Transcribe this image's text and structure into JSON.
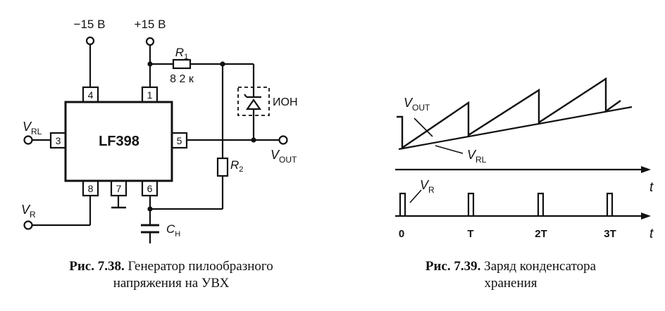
{
  "figure1": {
    "supply_neg": "−15 В",
    "supply_pos": "+15 В",
    "r1_name": "R",
    "r1_sub": "1",
    "r1_value": "8 2 к",
    "ion_label": "ИОН",
    "chip_label": "LF398",
    "pins": [
      "4",
      "1",
      "3",
      "5",
      "8",
      "7",
      "6"
    ],
    "vrl_main": "V",
    "vrl_sub": "RL",
    "vr_main": "V",
    "vr_sub": "R",
    "vout_main": "V",
    "vout_sub": "OUT",
    "r2_name": "R",
    "r2_sub": "2",
    "ch_name": "C",
    "ch_sub": "H",
    "caption_num": "Рис. 7.38.",
    "caption_text_1": "Генератор пилообразного",
    "caption_text_2": "напряжения на УВХ"
  },
  "figure2": {
    "vout_main": "V",
    "vout_sub": "OUT",
    "vrl_main": "V",
    "vrl_sub": "RL",
    "vr_main": "V",
    "vr_sub": "R",
    "axis_t": "t",
    "ticks": [
      "0",
      "T",
      "2T",
      "3T"
    ],
    "caption_num": "Рис. 7.39.",
    "caption_text_1": "Заряд конденсатора",
    "caption_text_2": "хранения"
  }
}
